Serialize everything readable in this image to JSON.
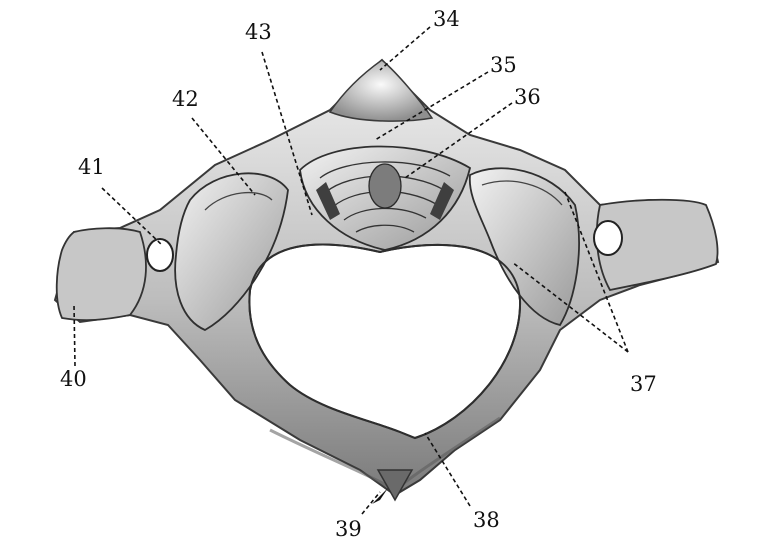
{
  "figure": {
    "labels": {
      "l34": "34",
      "l35": "35",
      "l36": "36",
      "l37": "37",
      "l38": "38",
      "l39": "39",
      "l40": "40",
      "l41": "41",
      "l42": "42",
      "l43": "43"
    },
    "colors": {
      "bone_light": "#e6e6e6",
      "bone_mid": "#b3b3b3",
      "bone_dark": "#6e6e6e",
      "outline": "#3a3a3a",
      "leader": "#111111"
    }
  }
}
